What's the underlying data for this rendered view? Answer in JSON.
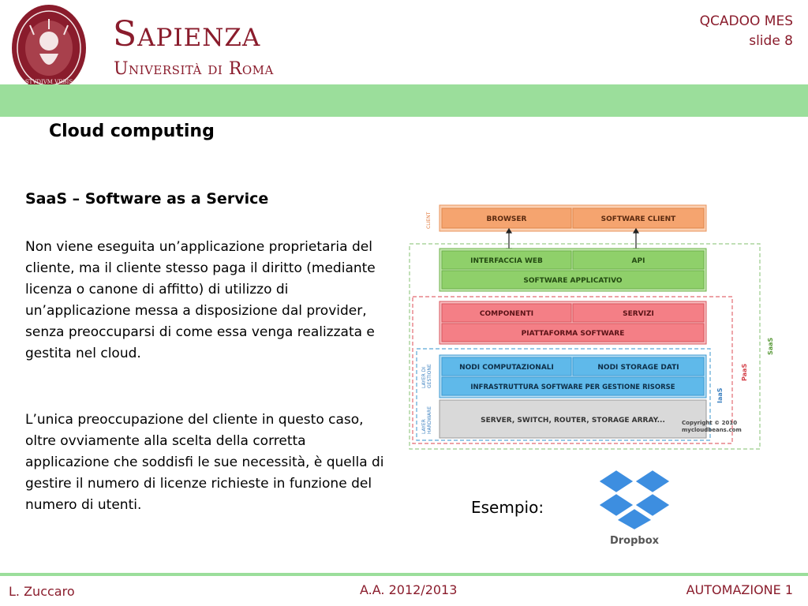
{
  "header": {
    "logo_wordmark": "Sapienza",
    "logo_subtitle": "Università di Roma",
    "seal_text": "STVDIVM VRBIS",
    "course": "QCADOO MES",
    "slide": "slide 8"
  },
  "title": "Cloud computing",
  "section": {
    "heading": "SaaS – Software as a Service",
    "paragraphs": [
      "Non viene eseguita un’applicazione proprietaria del cliente, ma il cliente stesso paga il diritto (mediante licenza o canone di affitto) di utilizzo di un’applicazione messa a disposizione dal provider, senza preoccuparsi di come essa venga realizzata e gestita nel cloud.",
      "L’unica preoccupazione del cliente in questo caso, oltre ovviamente alla scelta della corretta applicazione che soddisfi le sue necessità, è quella di gestire il numero di licenze richieste in funzione del numero di utenti."
    ]
  },
  "diagram": {
    "client_layer_label": "CLIENT",
    "browser": "BROWSER",
    "software_client": "SOFTWARE CLIENT",
    "interfaccia_web": "INTERFACCIA WEB",
    "api": "API",
    "software_applicativo": "SOFTWARE APPLICATIVO",
    "componenti": "COMPONENTI",
    "servizi": "SERVIZI",
    "piattaforma_software": "PIATTAFORMA SOFTWARE",
    "nodi_computazionali": "NODI COMPUTAZIONALI",
    "nodi_storage_dati": "NODI STORAGE DATI",
    "infrastruttura": "INFRASTRUTTURA SOFTWARE PER GESTIONE RISORSE",
    "hardware": "SERVER, SWITCH, ROUTER, STORAGE ARRAY...",
    "layer_gestione_1": "LAYER DI",
    "layer_gestione_2": "GESTIONE",
    "layer_hardware_1": "LAYER",
    "layer_hardware_2": "HARDWARE",
    "saas": "SaaS",
    "paas": "PaaS",
    "iaas": "IaaS",
    "copyright_1": "Copyright © 2010",
    "copyright_2": "mycloudbeans.com",
    "colors": {
      "client": "#f5a46f",
      "saas": "#8fd06a",
      "paas": "#f47f86",
      "iaas": "#5fb9ea",
      "hardware": "#d9d9d9"
    }
  },
  "example": {
    "label": "Esempio:",
    "logo_text": "Dropbox",
    "logo_color": "#3d8ee0"
  },
  "footer": {
    "author": "L. Zuccaro",
    "year": "A.A. 2012/2013",
    "course": "AUTOMAZIONE 1"
  }
}
